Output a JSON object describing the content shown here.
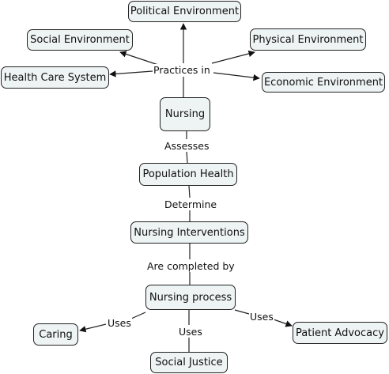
{
  "concepts": {
    "political": "Political Environment",
    "social": "Social Environment",
    "physical": "Physical Environment",
    "healthcare": "Health Care System",
    "economic": "Economic Environment",
    "nursing": "Nursing",
    "population": "Population Health",
    "interventions": "Nursing Interventions",
    "process": "Nursing process",
    "caring": "Caring",
    "justice": "Social Justice",
    "advocacy": "Patient Advocacy"
  },
  "links": {
    "practices_in": "Practices in",
    "assesses": "Assesses",
    "determine": "Determine",
    "completed_by": "Are completed by",
    "uses_left": "Uses",
    "uses_mid": "Uses",
    "uses_right": "Uses"
  },
  "colors": {
    "node_fill": "#eef3f3",
    "node_border": "#222222",
    "line": "#222222"
  }
}
